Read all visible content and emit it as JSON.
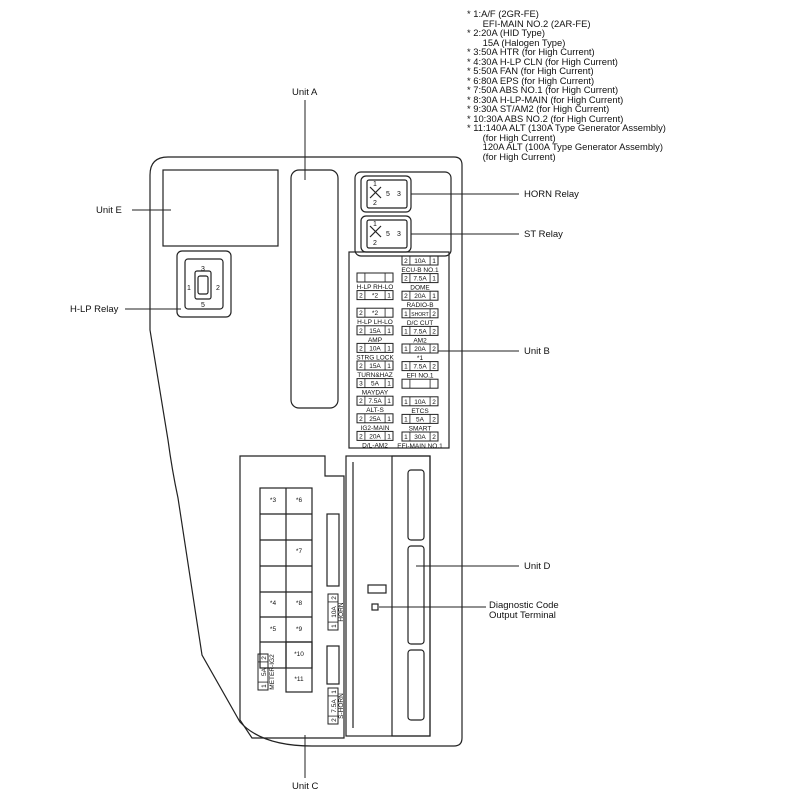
{
  "notes": [
    "* 1:A/F (2GR-FE)",
    "      EFI-MAIN NO.2 (2AR-FE)",
    "* 2:20A (HID Type)",
    "      15A (Halogen Type)",
    "* 3:50A HTR (for High Current)",
    "* 4:30A H-LP CLN (for High Current)",
    "* 5:50A FAN (for High Current)",
    "* 6:80A EPS (for High Current)",
    "* 7:50A ABS NO.1 (for High Current)",
    "* 8:30A H-LP-MAIN (for High Current)",
    "* 9:30A ST/AM2 (for High Current)",
    "* 10:30A ABS NO.2 (for High Current)",
    "* 11:140A ALT (130A Type Generator Assembly)",
    "      (for High Current)",
    "      120A ALT (100A Type Generator Assembly)",
    "      (for High Current)"
  ],
  "callouts": {
    "unit_a": "Unit A",
    "unit_b": "Unit B",
    "unit_c": "Unit C",
    "unit_d": "Unit D",
    "unit_e": "Unit E",
    "horn_relay": "HORN Relay",
    "st_relay": "ST Relay",
    "hlp_relay": "H-LP Relay",
    "diag_terminal_1": "Diagnostic Code",
    "diag_terminal_2": "Output Terminal"
  },
  "relay_pins": {
    "horn": [
      "1",
      "2",
      "5",
      "3"
    ],
    "st": [
      "1",
      "2",
      "5",
      "3"
    ],
    "hlp": [
      "3",
      "1",
      "2",
      "5"
    ]
  },
  "unit_b_fuses": {
    "left": [
      {
        "p1": "",
        "amp": "",
        "p2": "",
        "label": "H-LP RH-LO"
      },
      {
        "p1": "2",
        "amp": "*2",
        "p2": "1",
        "label": ""
      },
      {
        "p1": "2",
        "amp": "*2",
        "p2": "",
        "label": "H-LP LH-LO"
      },
      {
        "p1": "2",
        "amp": "15A",
        "p2": "1",
        "label": "AMP"
      },
      {
        "p1": "2",
        "amp": "10A",
        "p2": "1",
        "label": "STRG LOCK"
      },
      {
        "p1": "2",
        "amp": "15A",
        "p2": "1",
        "label": "TURN&HAZ"
      },
      {
        "p1": "3",
        "amp": "5A",
        "p2": "1",
        "label": "MAYDAY"
      },
      {
        "p1": "2",
        "amp": "7.5A",
        "p2": "1",
        "label": "ALT-S"
      },
      {
        "p1": "2",
        "amp": "25A",
        "p2": "1",
        "label": "IG2-MAIN"
      },
      {
        "p1": "2",
        "amp": "20A",
        "p2": "1",
        "label": "D/L-AM2"
      }
    ],
    "right": [
      {
        "p1": "2",
        "amp": "10A",
        "p2": "1",
        "label": "ECU-B NO.1"
      },
      {
        "p1": "2",
        "amp": "7.5A",
        "p2": "1",
        "label": "DOME"
      },
      {
        "p1": "2",
        "amp": "20A",
        "p2": "1",
        "label": "RADIO-B"
      },
      {
        "p1": "1",
        "amp": "SHORT",
        "p2": "2",
        "label": "D/C CUT"
      },
      {
        "p1": "1",
        "amp": "7.5A",
        "p2": "2",
        "label": "AM2"
      },
      {
        "p1": "1",
        "amp": "20A",
        "p2": "2",
        "label": "*1"
      },
      {
        "p1": "1",
        "amp": "7.5A",
        "p2": "2",
        "label": "EFI NO.1"
      },
      {
        "p1": "",
        "amp": "",
        "p2": "",
        "label": ""
      },
      {
        "p1": "1",
        "amp": "10A",
        "p2": "2",
        "label": "ETCS"
      },
      {
        "p1": "1",
        "amp": "5A",
        "p2": "2",
        "label": "SMART"
      },
      {
        "p1": "1",
        "amp": "30A",
        "p2": "2",
        "label": "EFI-MAIN NO.1"
      }
    ]
  },
  "unit_c": {
    "fusible_links": [
      "*3",
      "*6",
      "*7",
      "*4",
      "*8",
      "*5",
      "*9",
      "*10",
      "*11"
    ],
    "horn_fuse": {
      "p1": "1",
      "amp": "10A",
      "p2": "2",
      "label": "HORN"
    },
    "meter_fuse": {
      "p1": "1",
      "amp": "5A",
      "p2": "2",
      "label": "METER-IG2"
    },
    "shorn_fuse": {
      "p1": "2",
      "amp": "7.5A",
      "p2": "1",
      "label": "S-HORN"
    }
  }
}
